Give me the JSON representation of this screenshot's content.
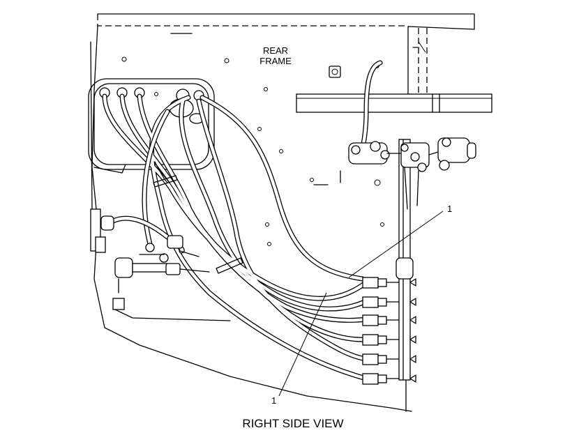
{
  "diagram": {
    "frame_label_line1": "REAR",
    "frame_label_line2": "FRAME",
    "callouts": [
      {
        "number": "1"
      },
      {
        "number": "1"
      }
    ],
    "caption": "RIGHT SIDE VIEW"
  }
}
